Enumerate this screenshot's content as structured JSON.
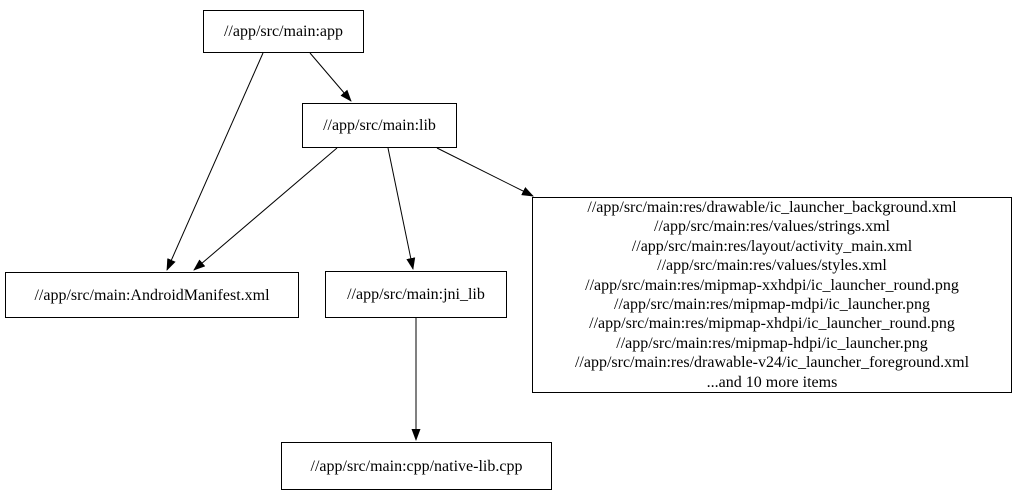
{
  "diagram": {
    "type": "dependency-graph",
    "background_color": "#ffffff",
    "node_fill_color": "#ffffff",
    "node_border_color": "#000000",
    "text_color": "#000000",
    "edge_color": "#000000"
  },
  "nodes": {
    "app": "//app/src/main:app",
    "lib": "//app/src/main:lib",
    "manifest": "//app/src/main:AndroidManifest.xml",
    "jni_lib": "//app/src/main:jni_lib",
    "cpp_native_lib": "//app/src/main:cpp/native-lib.cpp",
    "resources_lines": [
      "//app/src/main:res/drawable/ic_launcher_background.xml",
      "//app/src/main:res/values/strings.xml",
      "//app/src/main:res/layout/activity_main.xml",
      "//app/src/main:res/values/styles.xml",
      "//app/src/main:res/mipmap-xxhdpi/ic_launcher_round.png",
      "//app/src/main:res/mipmap-mdpi/ic_launcher.png",
      "//app/src/main:res/mipmap-xhdpi/ic_launcher_round.png",
      "//app/src/main:res/mipmap-hdpi/ic_launcher.png",
      "//app/src/main:res/drawable-v24/ic_launcher_foreground.xml",
      "...and 10 more items"
    ]
  },
  "edges": [
    {
      "from": "//app/src/main:app",
      "to": "//app/src/main:AndroidManifest.xml"
    },
    {
      "from": "//app/src/main:app",
      "to": "//app/src/main:lib"
    },
    {
      "from": "//app/src/main:lib",
      "to": "//app/src/main:AndroidManifest.xml"
    },
    {
      "from": "//app/src/main:lib",
      "to": "//app/src/main:jni_lib"
    },
    {
      "from": "//app/src/main:lib",
      "to": "//app/src/main:res (resources group)"
    },
    {
      "from": "//app/src/main:jni_lib",
      "to": "//app/src/main:cpp/native-lib.cpp"
    }
  ]
}
